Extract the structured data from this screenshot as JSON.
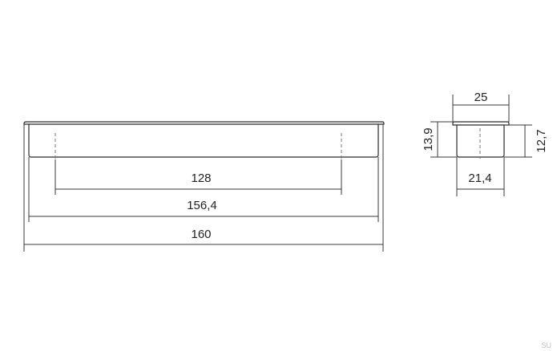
{
  "front_view": {
    "dim_hole_spacing": "128",
    "dim_inner_length": "156,4",
    "dim_total_length": "160"
  },
  "side_view": {
    "dim_top_width": "25",
    "dim_total_height": "13,9",
    "dim_body_height": "12,7",
    "dim_bottom_width": "21,4"
  },
  "watermark": "SU",
  "colors": {
    "line": "#2a2a2a",
    "text": "#222222",
    "axis": "#777777"
  }
}
